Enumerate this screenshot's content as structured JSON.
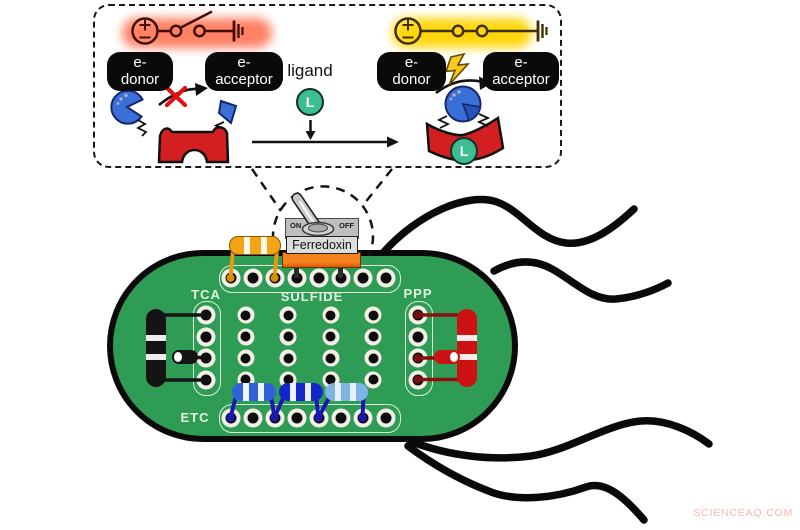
{
  "inset": {
    "pills": {
      "e_prefix": "e-",
      "donor": "donor",
      "acceptor": "acceptor"
    },
    "ligand_label": "ligand",
    "ligand_symbol": "L",
    "open_glow_color": "#FF7A5C",
    "closed_glow_color": "#FFD400"
  },
  "switch": {
    "on_label": "ON",
    "off_label": "OFF",
    "name": "Ferredoxin"
  },
  "board": {
    "color": "#2E9C55",
    "labels": {
      "tca": "TCA",
      "sulfide": "SULFIDE",
      "ppp": "PPP",
      "etc": "ETC"
    }
  },
  "components": {
    "top_resistor_color": "#F2A416",
    "tca_component_color": "#141414",
    "ppp_resistor_color": "#CC1212",
    "etc_resistor_colors": [
      "#2E62D6",
      "#1226C9",
      "#7FB2E5"
    ]
  },
  "watermark": "SCIENCEAQ.COM"
}
